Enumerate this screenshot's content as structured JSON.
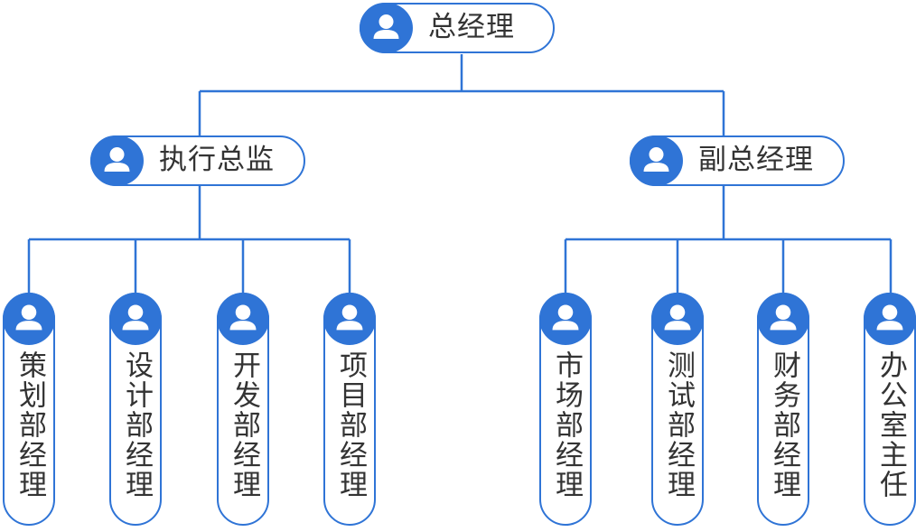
{
  "colors": {
    "accent": "#2f74d6",
    "text": "#333333",
    "background": "#ffffff"
  },
  "icon": "person-icon",
  "root": {
    "label": "总经理"
  },
  "branches": [
    {
      "label": "执行总监",
      "departments": [
        "策划部经理",
        "设计部经理",
        "开发部经理",
        "项目部经理"
      ]
    },
    {
      "label": "副总经理",
      "departments": [
        "市场部经理",
        "测试部经理",
        "财务部经理",
        "办公室主任"
      ]
    }
  ]
}
